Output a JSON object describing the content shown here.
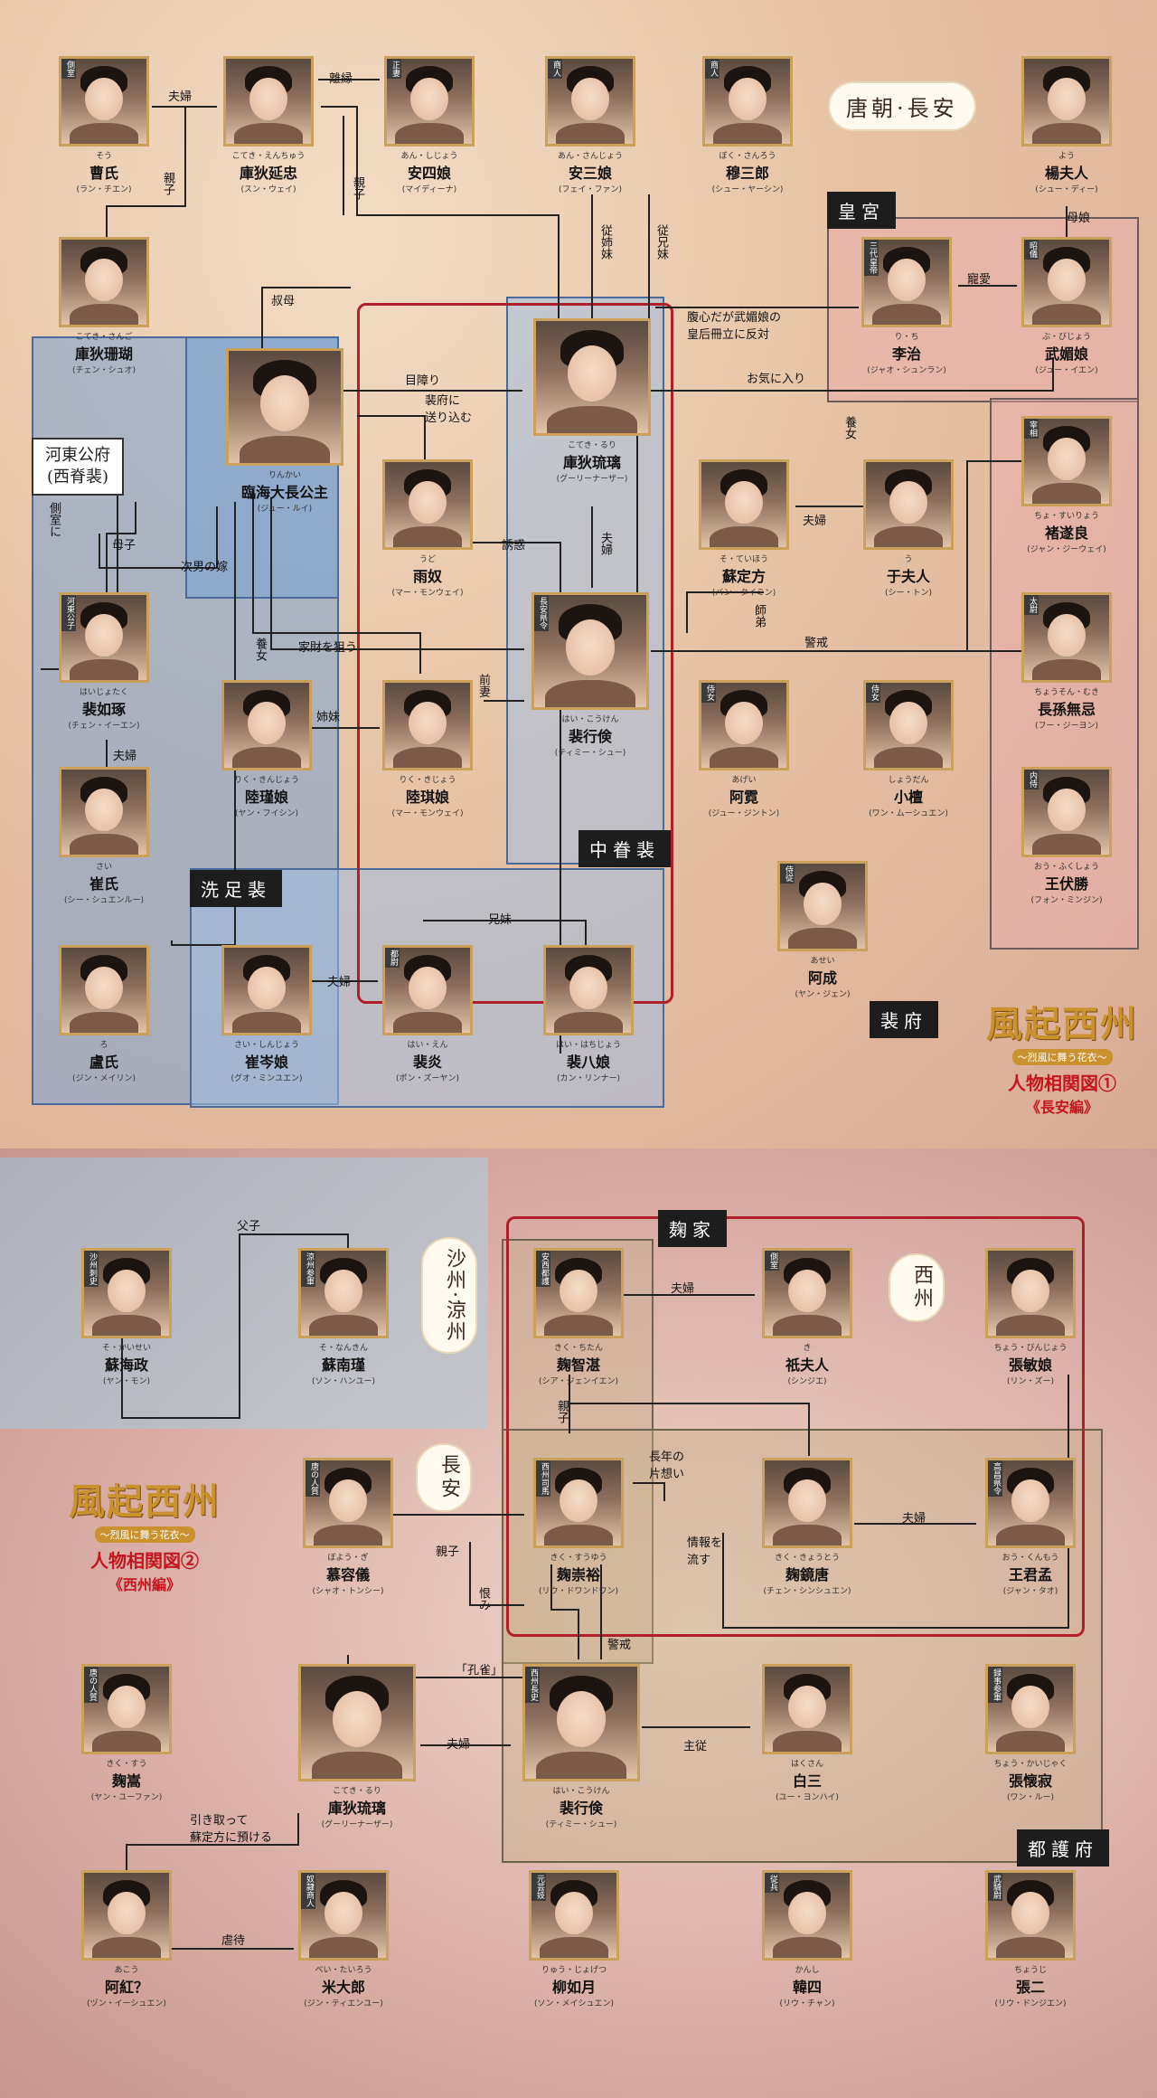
{
  "part1": {
    "location_badge": "唐朝·長安",
    "tags": {
      "palace": "皇宮",
      "hedong": "河東公府\n(西脊裴)",
      "zhongjuan": "中眷裴",
      "xizu": "洗足裴",
      "peifu": "裴府"
    },
    "logo": {
      "main": "風起西州",
      "sub": "〜烈風に舞う花衣〜",
      "title": "人物相関図①",
      "edition": "《長安編》"
    },
    "people": [
      {
        "id": "cao",
        "rank": "側室",
        "ruby": "そう",
        "name": "曹氏",
        "actor": "(ラン・チエン)"
      },
      {
        "id": "kuyan",
        "rank": "",
        "ruby": "こてき・えんちゅう",
        "name": "庫狄延忠",
        "actor": "(スン・ウェイ)"
      },
      {
        "id": "ansi",
        "rank": "正妻",
        "ruby": "あん・しじょう",
        "name": "安四娘",
        "actor": "(マイディーナ)"
      },
      {
        "id": "ansan",
        "rank": "商人",
        "ruby": "あん・さんじょう",
        "name": "安三娘",
        "actor": "(フェイ・ファン)"
      },
      {
        "id": "mu",
        "rank": "商人",
        "ruby": "ぼく・さんろう",
        "name": "穆三郎",
        "actor": "(シュー・ヤーシン)"
      },
      {
        "id": "yang",
        "rank": "",
        "ruby": "よう",
        "name": "楊夫人",
        "actor": "(シュー・ディー)"
      },
      {
        "id": "shanhu",
        "rank": "",
        "ruby": "こてき・さんご",
        "name": "庫狄珊瑚",
        "actor": "(チェン・シュオ)"
      },
      {
        "id": "lizhi",
        "rank": "三代皇帝",
        "ruby": "り・ち",
        "name": "李治",
        "actor": "(ジャオ・シュンラン)"
      },
      {
        "id": "wu",
        "rank": "昭儀",
        "ruby": "ぶ・びじょう",
        "name": "武媚娘",
        "actor": "(ジュー・イエン)"
      },
      {
        "id": "linhai",
        "rank": "",
        "ruby": "りんかい",
        "name": "臨海大長公主",
        "actor": "(ジュー・ルイ)"
      },
      {
        "id": "liuli",
        "rank": "",
        "ruby": "こてき・るり",
        "name": "庫狄琉璃",
        "actor": "(グーリーナーザー)"
      },
      {
        "id": "chu",
        "rank": "宰相",
        "ruby": "ちょ・すいりょう",
        "name": "褚遂良",
        "actor": "(ジャン・ジーウェイ)"
      },
      {
        "id": "yunu",
        "rank": "",
        "ruby": "うど",
        "name": "雨奴",
        "actor": "(マー・モンウェイ)"
      },
      {
        "id": "su",
        "rank": "",
        "ruby": "そ・ていほう",
        "name": "蘇定方",
        "actor": "(バン・タイミン)"
      },
      {
        "id": "yu",
        "rank": "",
        "ruby": "う",
        "name": "于夫人",
        "actor": "(シー・トン)"
      },
      {
        "id": "peiru",
        "rank": "河東公子",
        "ruby": "はいじょたく",
        "name": "裴如琢",
        "actor": "(チェン・イーエン)"
      },
      {
        "id": "xingjian",
        "rank": "長安県令",
        "ruby": "はい・こうけん",
        "name": "裴行倹",
        "actor": "(ティミー・シュー)"
      },
      {
        "id": "zhangsun",
        "rank": "太尉",
        "ruby": "ちょうそん・むき",
        "name": "長孫無忌",
        "actor": "(フー・ジーヨン)"
      },
      {
        "id": "luj",
        "rank": "",
        "ruby": "りく・きんじょう",
        "name": "陸瑾娘",
        "actor": "(ヤン・フイシン)"
      },
      {
        "id": "luq",
        "rank": "",
        "ruby": "りく・きじょう",
        "name": "陸琪娘",
        "actor": "(マー・モンウェイ)"
      },
      {
        "id": "ani",
        "rank": "侍女",
        "ruby": "あげい",
        "name": "阿霓",
        "actor": "(ジュー・ジントン)"
      },
      {
        "id": "xiaotan",
        "rank": "侍女",
        "ruby": "しょうだん",
        "name": "小檀",
        "actor": "(ワン・ムーシュエン)"
      },
      {
        "id": "wangfu",
        "rank": "内侍",
        "ruby": "おう・ふくしょう",
        "name": "王伏勝",
        "actor": "(フォン・ミンジン)"
      },
      {
        "id": "cui",
        "rank": "",
        "ruby": "さい",
        "name": "崔氏",
        "actor": "(シー・シュエンルー)"
      },
      {
        "id": "acheng",
        "rank": "侍従",
        "ruby": "あせい",
        "name": "阿成",
        "actor": "(ヤン・ジェン)"
      },
      {
        "id": "lu",
        "rank": "",
        "ruby": "ろ",
        "name": "盧氏",
        "actor": "(ジン・メイリン)"
      },
      {
        "id": "cuiling",
        "rank": "",
        "ruby": "さい・しんじょう",
        "name": "崔岑娘",
        "actor": "(グオ・ミンユエン)"
      },
      {
        "id": "peiyan",
        "rank": "都尉",
        "ruby": "はい・えん",
        "name": "裴炎",
        "actor": "(ポン・ズーヤン)"
      },
      {
        "id": "peiba",
        "rank": "",
        "ruby": "はい・はちじょう",
        "name": "裴八娘",
        "actor": "(カン・リンナー)"
      }
    ],
    "relations": {
      "fufu1": "夫婦",
      "rieen": "離縁",
      "oyako1": "親子",
      "oyako2": "親子",
      "jushimai": "従姉妹",
      "juukeimai": "従兄妹",
      "shukubo": "叔母",
      "choai": "寵愛",
      "boujou": "母娘",
      "mezawari": "目障り",
      "okura": "裴府に\n送り込む",
      "shinshin": "腹心だが武媚娘の\n皇后冊立に反対",
      "okiniiri": "お気に入り",
      "yojo": "養女",
      "fufu2": "夫婦",
      "sokushitsu": "側室に",
      "boshi": "母子",
      "jinan": "次男の嫁",
      "yuwaku": "誘惑",
      "fufu3": "夫婦",
      "shitei": "師弟",
      "keikai": "警戒",
      "yojo2": "養女",
      "kazai": "家財を狙う",
      "shimai": "姉妹",
      "saisai": "前妻",
      "fufu4": "夫婦",
      "fufu5": "夫婦",
      "keimai": "兄妹"
    }
  },
  "part2": {
    "badges": {
      "shazhou": "沙州·涼州",
      "changan": "長安",
      "xizhou": "西州"
    },
    "tags": {
      "qujia": "麹家",
      "duhufu": "都護府"
    },
    "logo": {
      "main": "風起西州",
      "sub": "〜烈風に舞う花衣〜",
      "title": "人物相関図②",
      "edition": "《西州編》"
    },
    "people": [
      {
        "id": "suhai",
        "rank": "沙州刺史",
        "ruby": "そ・かいせい",
        "name": "蘇海政",
        "actor": "(ヤン・モン)"
      },
      {
        "id": "sunan",
        "rank": "涼州参軍",
        "ruby": "そ・なんきん",
        "name": "蘇南瑾",
        "actor": "(ソン・ハンユー)"
      },
      {
        "id": "quzhi",
        "rank": "安西都護",
        "ruby": "きく・ちたん",
        "name": "麹智湛",
        "actor": "(シア・ジェンイエン)"
      },
      {
        "id": "qi",
        "rank": "側室",
        "ruby": "き",
        "name": "祇夫人",
        "actor": "(シンジエ)"
      },
      {
        "id": "zhangmin",
        "rank": "",
        "ruby": "ちょう・びんじょう",
        "name": "張敏娘",
        "actor": "(リン・ズー)"
      },
      {
        "id": "murong",
        "rank": "唐の人質",
        "ruby": "ぼよう・ぎ",
        "name": "慕容儀",
        "actor": "(シャオ・トンシー)"
      },
      {
        "id": "quchong",
        "rank": "西州司馬",
        "ruby": "きく・すうゆう",
        "name": "麹崇裕",
        "actor": "(リウ・ドワンドワン)"
      },
      {
        "id": "qujing",
        "rank": "",
        "ruby": "きく・きょうとう",
        "name": "麹鏡唐",
        "actor": "(チェン・シンシュエン)"
      },
      {
        "id": "wangjun",
        "rank": "高昌県令",
        "ruby": "おう・くんもう",
        "name": "王君孟",
        "actor": "(ジャン・タオ)"
      },
      {
        "id": "qusong",
        "rank": "唐の人質",
        "ruby": "きく・すう",
        "name": "麹嵩",
        "actor": "(ヤン・ユーファン)"
      },
      {
        "id": "liuli2",
        "rank": "",
        "ruby": "こてき・るり",
        "name": "庫狄琉璃",
        "actor": "(グーリーナーザー)"
      },
      {
        "id": "xingjian2",
        "rank": "西州長史",
        "ruby": "はい・こうけん",
        "name": "裴行倹",
        "actor": "(ティミー・シュー)"
      },
      {
        "id": "baisan",
        "rank": "",
        "ruby": "はくさん",
        "name": "白三",
        "actor": "(ユー・ヨンハイ)"
      },
      {
        "id": "zhanghuai",
        "rank": "録事参軍",
        "ruby": "ちょう・かいじゃく",
        "name": "張懐寂",
        "actor": "(ワン・ルー)"
      },
      {
        "id": "ahong",
        "rank": "",
        "ruby": "あこう",
        "name": "阿紅？",
        "actor": "(ヅン・イーシュエン)"
      },
      {
        "id": "mi",
        "rank": "奴隷商人",
        "ruby": "べい・たいろう",
        "name": "米大郎",
        "actor": "(ジン・ティエンユー)"
      },
      {
        "id": "liuru",
        "rank": "元芸妓",
        "ruby": "りゅう・じょげつ",
        "name": "柳如月",
        "actor": "(ソン・メイシュエン)"
      },
      {
        "id": "hansi",
        "rank": "従兵",
        "ruby": "かんし",
        "name": "韓四",
        "actor": "(リウ・チャン)"
      },
      {
        "id": "zhanger",
        "rank": "武騎尉",
        "ruby": "ちょうじ",
        "name": "張二",
        "actor": "(リウ・ドンジエン)"
      }
    ],
    "relations": {
      "fushi": "父子",
      "fufu1": "夫婦",
      "oyako1": "親子",
      "katomoi": "長年の\n片想い",
      "jouhou": "情報を\n流す",
      "fufu2": "夫婦",
      "oyako2": "親子",
      "urami": "恨み",
      "kujaku": "「孔雀」",
      "keikai": "警戒",
      "fufu3": "夫婦",
      "shujuu": "主従",
      "hikitori": "引き取って\n蘇定方に預ける",
      "gyakutai": "虐待"
    }
  }
}
